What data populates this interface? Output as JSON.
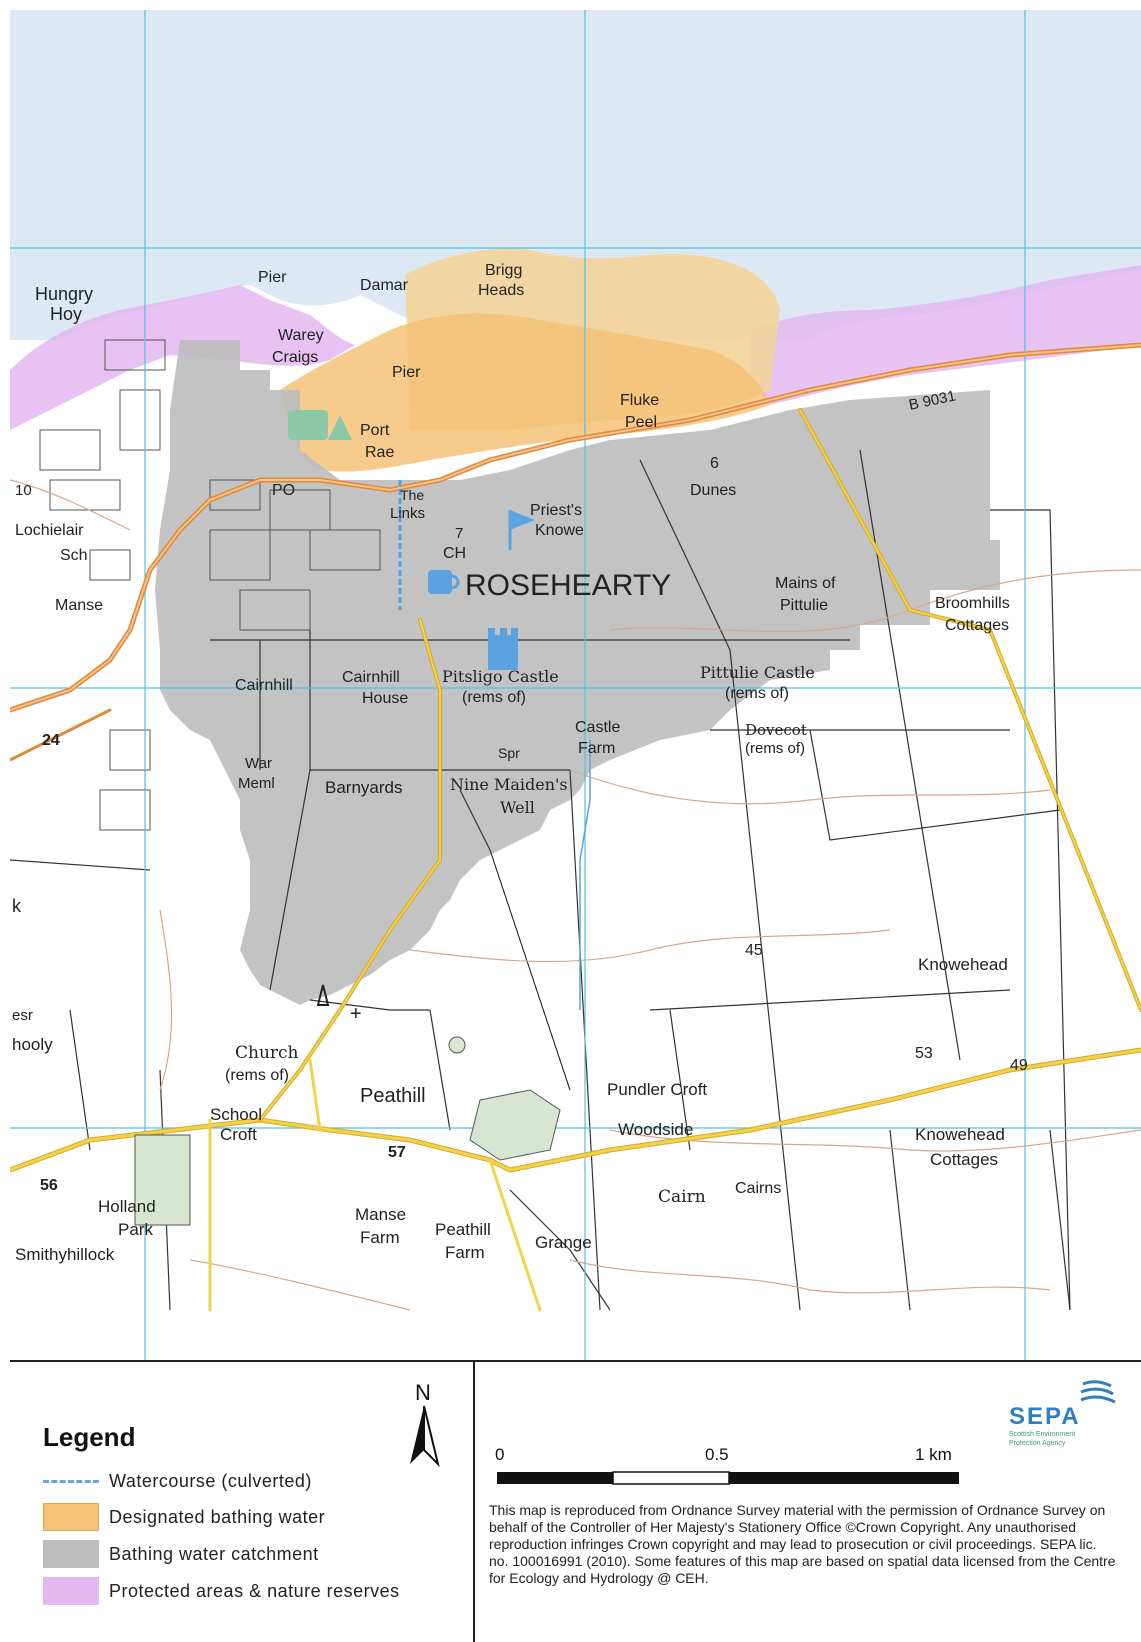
{
  "map": {
    "place_labels": {
      "rosehearty": "ROSEHEARTY",
      "hungry": "Hungry",
      "hoy": "Hoy",
      "pier1": "Pier",
      "damar": "Damar",
      "brigg": "Brigg",
      "heads": "Heads",
      "warey": "Warey",
      "craigs": "Craigs",
      "pier2": "Pier",
      "port": "Port",
      "rae": "Rae",
      "fluke": "Fluke",
      "peel": "Peel",
      "b9031": "B 9031",
      "po": "PO",
      "the": "The",
      "links": "Links",
      "seven": "7",
      "ch": "CH",
      "priests": "Priest's",
      "knowe": "Knowe",
      "six": "6",
      "dunes": "Dunes",
      "lochielair": "Lochielair",
      "sch": "Sch",
      "manse1": "Manse",
      "mains_of": "Mains of",
      "pittulie": "Pittulie",
      "broomhills": "Broomhills",
      "cottages1": "Cottages",
      "cairnhill": "Cairnhill",
      "cairnhill2": "Cairnhill",
      "house": "House",
      "pitsligo_castle": "Pitsligo Castle",
      "rems_of1": "(rems of)",
      "pittulie_castle": "Pittulie Castle",
      "rems_of2": "(rems of)",
      "castle": "Castle",
      "farm1": "Farm",
      "dovecot": "Dovecot",
      "rems_of3": "(rems of)",
      "war": "War",
      "meml": "Meml",
      "barnyards": "Barnyards",
      "nine_maidens": "Nine Maiden's",
      "well": "Well",
      "spr": "Spr",
      "twentyfour": "24",
      "ten": "10",
      "knowehead": "Knowehead",
      "fortyfive": "45",
      "fiftythree": "53",
      "fortynine": "49",
      "church": "Church",
      "rems_of4": "(rems of)",
      "peathill": "Peathill",
      "school": "School",
      "croft": "Croft",
      "pundler_croft": "Pundler Croft",
      "woodside": "Woodside",
      "knowehead2": "Knowehead",
      "cottages2": "Cottages",
      "fiftysix": "56",
      "fiftyseven": "57",
      "holland": "Holland",
      "park": "Park",
      "smithyhillock": "Smithyhillock",
      "manse2": "Manse",
      "farm2": "Farm",
      "peathill2": "Peathill",
      "farm3": "Farm",
      "grange": "Grange",
      "cairn": "Cairn",
      "cairns": "Cairns",
      "k": "k",
      "esr": "esr",
      "hooly": "hooly"
    },
    "colors": {
      "sea": "#dce9f5",
      "bathing_water": "#f5c277",
      "bathing_water_sea": "#f3d49a",
      "catchment": "#bdbdbd",
      "protected": "#e3b7f0",
      "grid": "#4fc3e0",
      "contour": "#d9a88a",
      "road_a": "#e08a3c",
      "road_b": "#f0d34a",
      "watercourse": "#5ba3e0"
    }
  },
  "legend": {
    "title": "Legend",
    "items": [
      {
        "label": "Watercourse (culverted)",
        "color": "#6aa6e0"
      },
      {
        "label": "Designated bathing water",
        "color": "#f5c277"
      },
      {
        "label": "Bathing water catchment",
        "color": "#bdbdbd"
      },
      {
        "label": "Protected areas & nature reserves",
        "color": "#e3b7f0"
      }
    ],
    "north": "N"
  },
  "scale": {
    "t0": "0",
    "t1": "0.5",
    "t2": "1 km"
  },
  "logo": {
    "name": "SEPA",
    "sub1": "Scottish Environment",
    "sub2": "Protection Agency"
  },
  "copyright": "This map is reproduced from Ordnance Survey material with the permission of Ordnance Survey on behalf of the Controller of Her Majesty's Stationery Office ©Crown Copyright. Any unauthorised reproduction infringes Crown copyright and may lead to prosecution or civil proceedings. SEPA lic. no. 100016991 (2010). Some features of this map are based on spatial data licensed from the Centre for Ecology and Hydrology @ CEH."
}
